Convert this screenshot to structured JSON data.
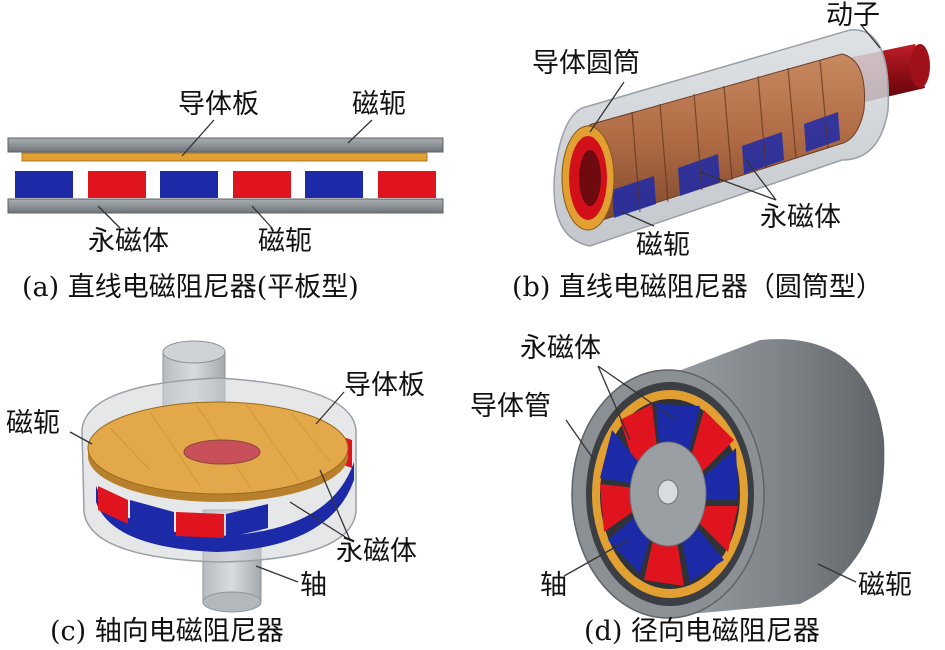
{
  "panel_a": {
    "labels": {
      "conductor_plate": "导体板",
      "yoke_top": "磁轭",
      "magnet": "永磁体",
      "yoke_bottom": "磁轭"
    },
    "caption": "(a) 直线电磁阻尼器(平板型)"
  },
  "panel_b": {
    "labels": {
      "mover": "动子",
      "conductor_tube": "导体圆筒",
      "magnet": "永磁体",
      "yoke": "磁轭"
    },
    "caption": "(b) 直线电磁阻尼器（圆筒型）"
  },
  "panel_c": {
    "labels": {
      "conductor_plate": "导体板",
      "yoke": "磁轭",
      "magnet": "永磁体",
      "shaft": "轴"
    },
    "caption": "(c) 轴向电磁阻尼器"
  },
  "panel_d": {
    "labels": {
      "magnet": "永磁体",
      "conductor_pipe": "导体管",
      "shaft": "轴",
      "yoke": "磁轭"
    },
    "caption": "(d) 径向电磁阻尼器"
  },
  "colors": {
    "magnet_blue": "#1d2aa8",
    "magnet_red": "#e0141e",
    "conductor": "#e2a033",
    "yoke_gray": "#8c9196",
    "shell_transparent": "#c8cdd2"
  }
}
